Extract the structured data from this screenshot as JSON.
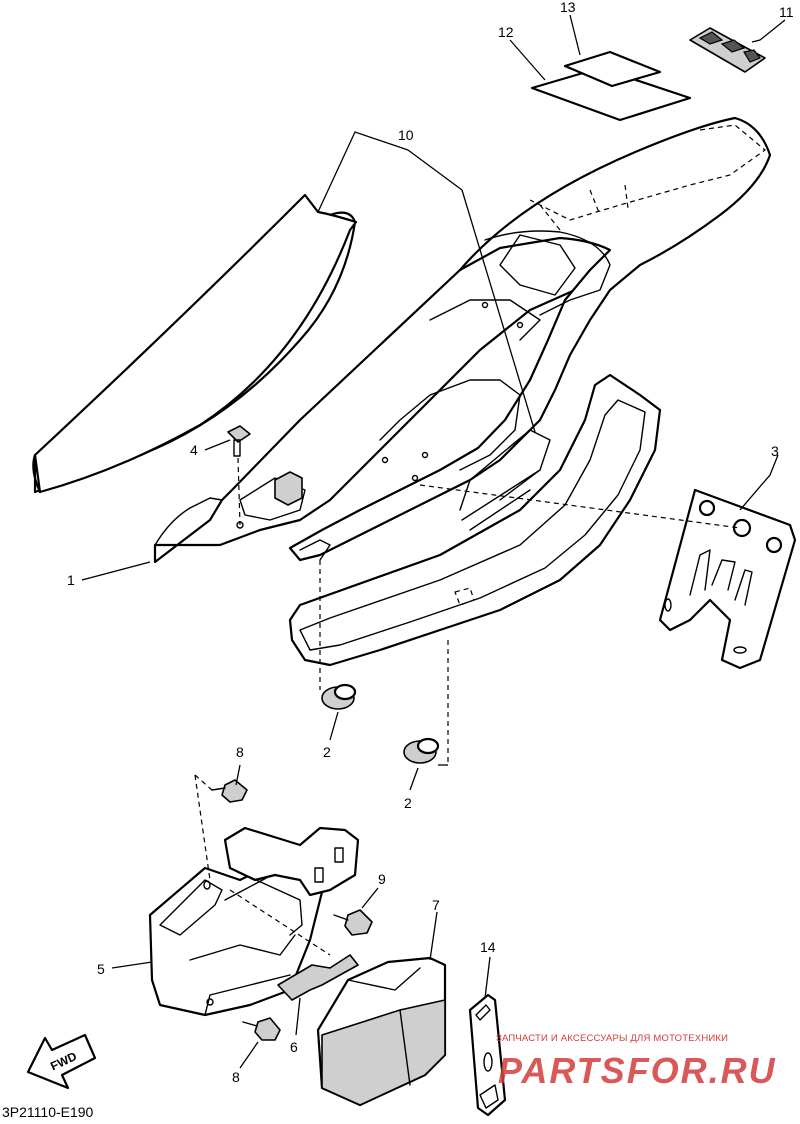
{
  "callouts": [
    {
      "id": "1",
      "label": "1"
    },
    {
      "id": "2a",
      "label": "2"
    },
    {
      "id": "2b",
      "label": "2"
    },
    {
      "id": "3",
      "label": "3"
    },
    {
      "id": "4",
      "label": "4"
    },
    {
      "id": "5",
      "label": "5"
    },
    {
      "id": "6",
      "label": "6"
    },
    {
      "id": "7",
      "label": "7"
    },
    {
      "id": "8a",
      "label": "8"
    },
    {
      "id": "8b",
      "label": "8"
    },
    {
      "id": "9",
      "label": "9"
    },
    {
      "id": "10",
      "label": "10"
    },
    {
      "id": "11",
      "label": "11"
    },
    {
      "id": "12",
      "label": "12"
    },
    {
      "id": "13",
      "label": "13"
    },
    {
      "id": "14",
      "label": "14"
    }
  ],
  "direction_arrow": {
    "label": "FWD"
  },
  "diagram_code": "3P21110-E190",
  "watermark": {
    "subtitle": "ЗАПЧАСТИ И АКСЕССУАРЫ ДЛЯ МОТОТЕХНИКИ",
    "logo_text": "PARTSFOR.RU",
    "color": "#d23b3b"
  }
}
